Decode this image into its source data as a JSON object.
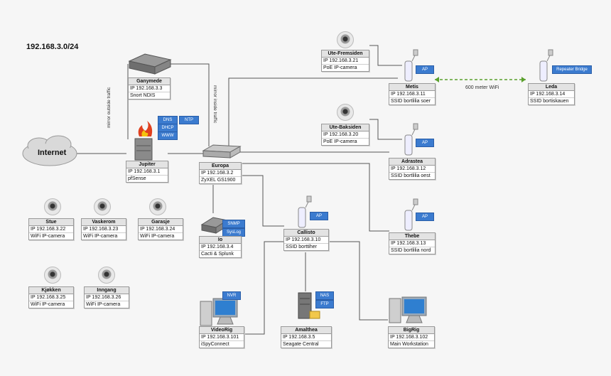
{
  "title": "192.168.3.0/24",
  "labels": {
    "mirror_outside": "mirror outside traffic",
    "mirror_inside": "mirror inside traffic",
    "wifi_link": "600 meter WiFi",
    "internet": "Internet"
  },
  "nodes": {
    "ganymede": {
      "name": "Ganymede",
      "lines": [
        "IP 192.168.3.3",
        "Snort NDIS"
      ]
    },
    "jupiter": {
      "name": "Jupiter",
      "lines": [
        "IP 192.168.3.1",
        "pfSense"
      ],
      "tags": [
        "DNS",
        "NTP",
        "DHCP",
        "WWW"
      ]
    },
    "europa": {
      "name": "Europa",
      "lines": [
        "IP 192.168.3.2",
        "ZyXEL GS1900"
      ]
    },
    "io": {
      "name": "Io",
      "lines": [
        "IP 192.168.3.4",
        "Cacti & Splunk"
      ],
      "tags": [
        "SNMP",
        "SysLog"
      ]
    },
    "callisto": {
      "name": "Callisto",
      "lines": [
        "IP 192.168.3.10",
        "SSID borttiher"
      ],
      "tags": [
        "AP"
      ]
    },
    "ute_fremsiden": {
      "name": "Ute-Fremsiden",
      "lines": [
        "IP 192.168.3.21",
        "PoE IP-camera"
      ]
    },
    "ute_baksiden": {
      "name": "Ute-Baksiden",
      "lines": [
        "IP 192.168.3.20",
        "PoE IP-camera"
      ]
    },
    "metis": {
      "name": "Metis",
      "lines": [
        "IP 192.168.3.11",
        "SSID bortlilia soer"
      ],
      "tags": [
        "AP"
      ]
    },
    "leda": {
      "name": "Leda",
      "lines": [
        "IP 192.168.3.14",
        "SSID bortiskauen"
      ],
      "tags": [
        "Repeater Bridge"
      ]
    },
    "adrastea": {
      "name": "Adrastea",
      "lines": [
        "IP 192.168.3.12",
        "SSID bortlilia oest"
      ],
      "tags": [
        "AP"
      ]
    },
    "thebe": {
      "name": "Thebe",
      "lines": [
        "IP 192.168.3.13",
        "SSID bortlilia nord"
      ],
      "tags": [
        "AP"
      ]
    },
    "stue": {
      "name": "Stue",
      "lines": [
        "IP 192.168.3.22",
        "WiFi IP-camera"
      ]
    },
    "vaskerom": {
      "name": "Vaskerom",
      "lines": [
        "IP 192.168.3.23",
        "WiFi IP-camera"
      ]
    },
    "garasje": {
      "name": "Garasje",
      "lines": [
        "IP 192.168.3.24",
        "WiFi IP-camera"
      ]
    },
    "kjokken": {
      "name": "Kjøkken",
      "lines": [
        "IP 192.168.3.25",
        "WiFi IP-camera"
      ]
    },
    "inngang": {
      "name": "Inngang",
      "lines": [
        "IP 192.168.3.26",
        "WiFi IP-camera"
      ]
    },
    "videorig": {
      "name": "VideoRig",
      "lines": [
        "IP 192.168.3.101",
        "iSpyConnect"
      ],
      "tags": [
        "NVR"
      ]
    },
    "amalthea": {
      "name": "Amalthea",
      "lines": [
        "IP 192.168.3.5",
        "Seagate Central"
      ],
      "tags": [
        "NAS",
        "FTP"
      ]
    },
    "bigrig": {
      "name": "BigRig",
      "lines": [
        "IP 192.168.3.102",
        "Main Workstation"
      ]
    }
  },
  "colors": {
    "tag": "#3b7bcf",
    "wifi_link": "#5aa02c",
    "wire": "#555555"
  }
}
